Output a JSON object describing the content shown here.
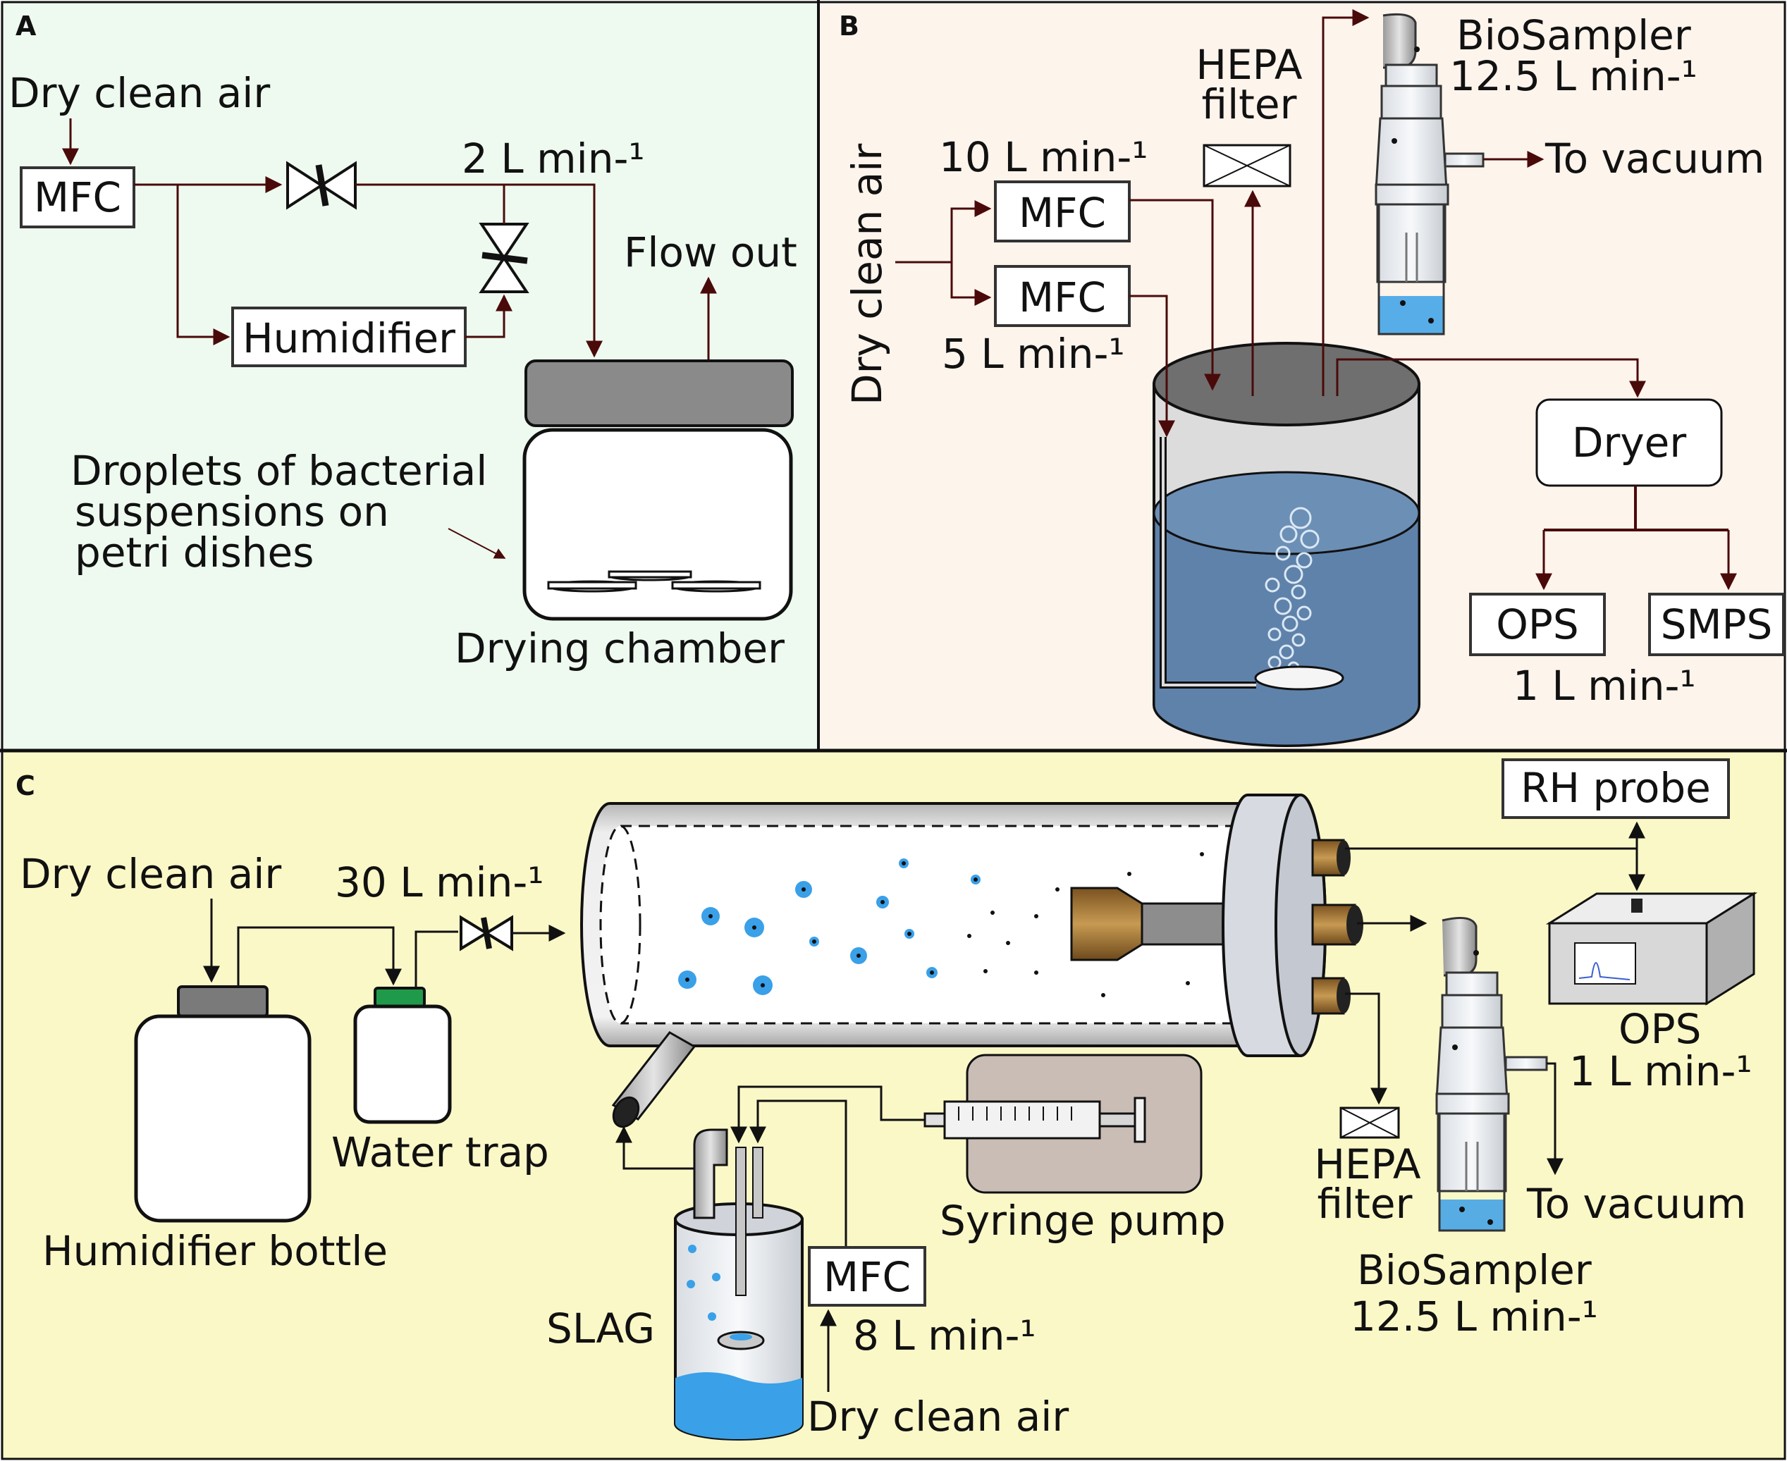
{
  "panels": {
    "a": {
      "letter": "A",
      "dry_air": "Dry clean air",
      "mfc": "MFC",
      "flow": "2 L min-¹",
      "humidifier": "Humidifier",
      "flow_out": "Flow out",
      "droplets_1": "Droplets of bacterial",
      "droplets_2": "suspensions on",
      "droplets_3": "petri dishes",
      "chamber": "Drying chamber"
    },
    "b": {
      "letter": "B",
      "dry_air": "Dry clean air",
      "hepa_1": "HEPA",
      "hepa_2": "filter",
      "biosampler_1": "BioSampler",
      "biosampler_2": "12.5 L min-¹",
      "to_vacuum": "To vacuum",
      "flow_10": "10 L min-¹",
      "mfc_top": "MFC",
      "mfc_bottom": "MFC",
      "flow_5": "5 L min-¹",
      "dryer": "Dryer",
      "ops": "OPS",
      "smps": "SMPS",
      "flow_1": "1 L min-¹"
    },
    "c": {
      "letter": "C",
      "dry_air_top": "Dry clean air",
      "flow_30": "30 L min-¹",
      "water_trap": "Water trap",
      "humidifier_bottle": "Humidifier bottle",
      "slag": "SLAG",
      "mfc": "MFC",
      "flow_8": "8 L min-¹",
      "dry_air_bottom": "Dry clean air",
      "syringe_pump": "Syringe pump",
      "rh_probe": "RH probe",
      "ops": "OPS",
      "ops_flow": "1 L min-¹",
      "hepa_1": "HEPA",
      "hepa_2": "filter",
      "to_vacuum": "To vacuum",
      "biosampler_1": "BioSampler",
      "biosampler_2": "12.5 L min-¹"
    }
  },
  "colors": {
    "panel_a_bg": "#eefaf0",
    "panel_b_bg": "#fdf4ec",
    "panel_c_bg": "#fbf8c8",
    "arrow_dark_red": "#4a0a0a",
    "water_blue": "#5f82aa",
    "lid_gray": "#8a8a8a",
    "droplet_blue": "#3aa0e8",
    "cap_green": "#1f9a4a",
    "pump_body": "#c9bdb6",
    "nozzle_brown": "#a9782f"
  }
}
